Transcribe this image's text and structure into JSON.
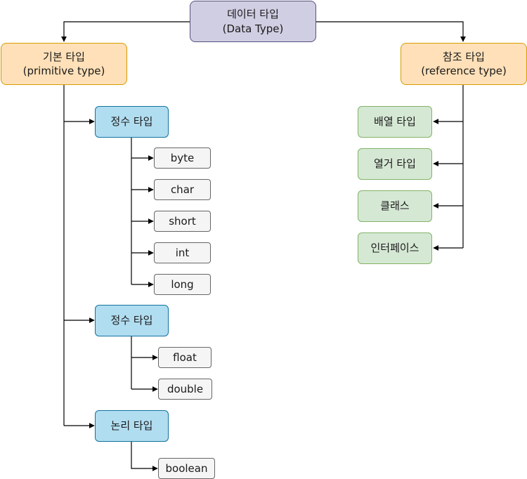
{
  "root": {
    "title": "데이터 타입",
    "subtitle": "(Data Type)"
  },
  "primitive": {
    "title": "기본 타입",
    "subtitle": "(primitive type)",
    "groups": [
      {
        "label": "정수 타입",
        "items": [
          "byte",
          "char",
          "short",
          "int",
          "long"
        ]
      },
      {
        "label": "정수 타입",
        "items": [
          "float",
          "double"
        ]
      },
      {
        "label": "논리 타입",
        "items": [
          "boolean"
        ]
      }
    ]
  },
  "reference": {
    "title": "참조 타입",
    "subtitle": "(reference type)",
    "items": [
      "배열 타입",
      "열거 타입",
      "클래스",
      "인터페이스"
    ]
  },
  "colors": {
    "root_fill": "#d0cee2",
    "category_fill": "#ffe0b8",
    "group_fill": "#b1ddf0",
    "leaf_fill": "#f5f5f5",
    "reference_fill": "#d5e8d4"
  }
}
